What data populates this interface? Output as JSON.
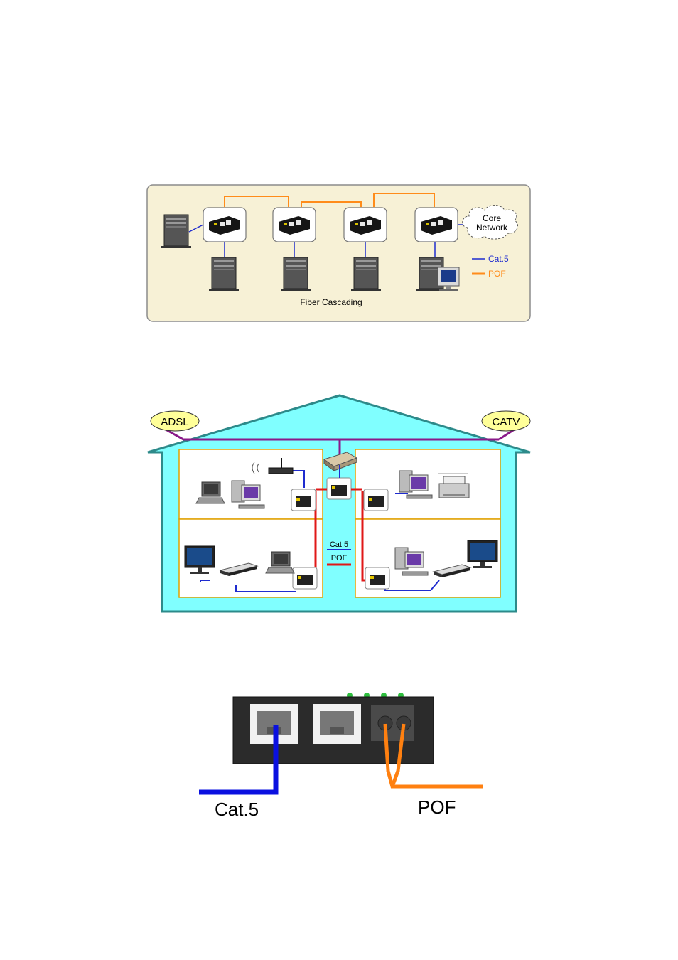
{
  "figure1": {
    "caption": "Fiber Cascading",
    "cloud_label_line1": "Core",
    "cloud_label_line2": "Network",
    "legend": [
      {
        "label": "Cat.5",
        "color": "#1f2ccf"
      },
      {
        "label": "POF",
        "color": "#ff8c1a"
      }
    ],
    "colors": {
      "panel": "#f7f1d6",
      "panel_border": "#8c8c8c",
      "cat5": "#1f2ccf",
      "pof": "#ff8c1a"
    }
  },
  "figure2": {
    "badge_left": "ADSL",
    "badge_right": "CATV",
    "legend_cat5": "Cat.5",
    "legend_pof": "POF",
    "colors": {
      "house": "#80ffff",
      "house_border": "#2d8a8a",
      "room_border": "#e0a000",
      "cat5": "#1f2ccf",
      "pof": "#e01818",
      "trunk": "#8a1a8a",
      "badge": "#ffff99"
    }
  },
  "figure3": {
    "label_cat5": "Cat.5",
    "label_pof": "POF",
    "colors": {
      "device": "#2b2b2b",
      "cat5": "#0a10e0",
      "pof": "#ff8010",
      "led": "#2fbf3f"
    }
  }
}
